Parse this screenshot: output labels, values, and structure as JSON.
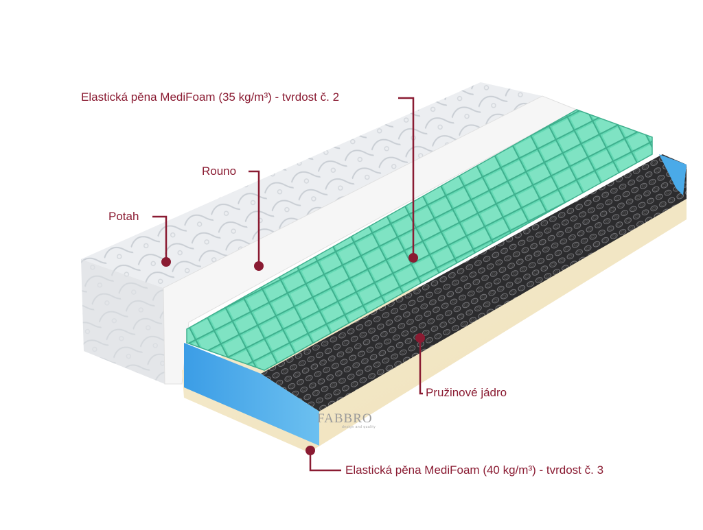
{
  "diagram": {
    "labels": {
      "top_foam": "Elastická pěna MediFoam (35 kg/m³)  - tvrdost č. 2",
      "fleece": "Rouno",
      "cover": "Potah",
      "spring_core": "Pružinové jádro",
      "bottom_foam": "Elastická pěna MediFoam (40 kg/m³)  - tvrdost č. 3"
    },
    "logo": {
      "brand": "FABBRO",
      "tagline": "design and quality"
    },
    "colors": {
      "label_text": "#8a1b32",
      "leader_line": "#8a1b32",
      "cover_white": "#eef0f2",
      "mint_foam": "#5fd6b0",
      "blue_foam": "#3aa0e0",
      "cream_foam": "#f3e7c6",
      "spring_core": "#2a2a2a"
    }
  }
}
